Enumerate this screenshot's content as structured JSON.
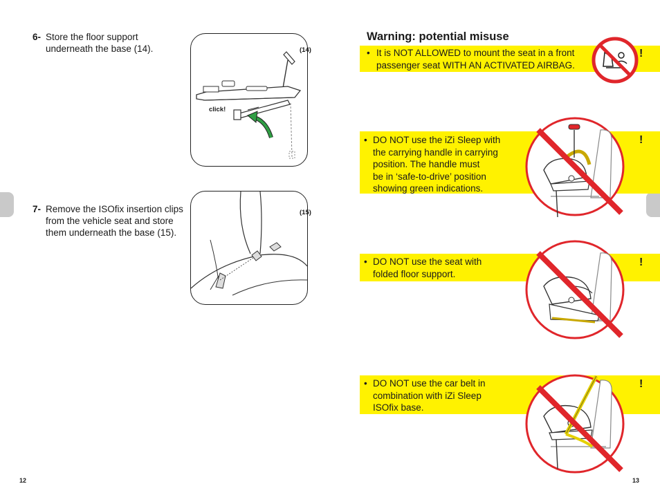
{
  "left": {
    "steps": [
      {
        "number": "6-",
        "lines": [
          "Store the floor support",
          "underneath the base (14)."
        ]
      },
      {
        "number": "7-",
        "lines": [
          "Remove the ISOfix insertion clips",
          "from the vehicle seat and store",
          "them underneath the base (15)."
        ]
      }
    ],
    "figures": [
      {
        "label": "(14)",
        "annotation": "click!"
      },
      {
        "label": "(15)"
      }
    ],
    "page_number": "12"
  },
  "right": {
    "title": "Warning: potential misuse",
    "warnings": [
      {
        "bullet": "•",
        "lines": [
          "It is NOT ALLOWED to mount the seat in a front",
          "passenger seat WITH AN ACTIVATED AIRBAG."
        ],
        "mark": "!",
        "icon": "no-airbag-icon"
      },
      {
        "bullet": "•",
        "lines": [
          "DO NOT use the iZi Sleep with",
          "the carrying handle in carrying",
          "position.  The handle must",
          "be in ‘safe-to-drive’ position",
          "showing green indications."
        ],
        "mark": "!",
        "icon": "handle-up-prohibited-icon"
      },
      {
        "bullet": "•",
        "lines": [
          "DO NOT use the seat with",
          "folded floor support."
        ],
        "mark": "!",
        "icon": "folded-support-prohibited-icon"
      },
      {
        "bullet": "•",
        "lines": [
          "DO NOT use the car belt in",
          "combination with iZi Sleep",
          "ISOfix base."
        ],
        "mark": "!",
        "icon": "belt-prohibited-icon"
      }
    ],
    "page_number": "13"
  },
  "colors": {
    "highlight": "#fff200",
    "prohibit": "#e0262b",
    "tab": "#c9c9c9"
  }
}
